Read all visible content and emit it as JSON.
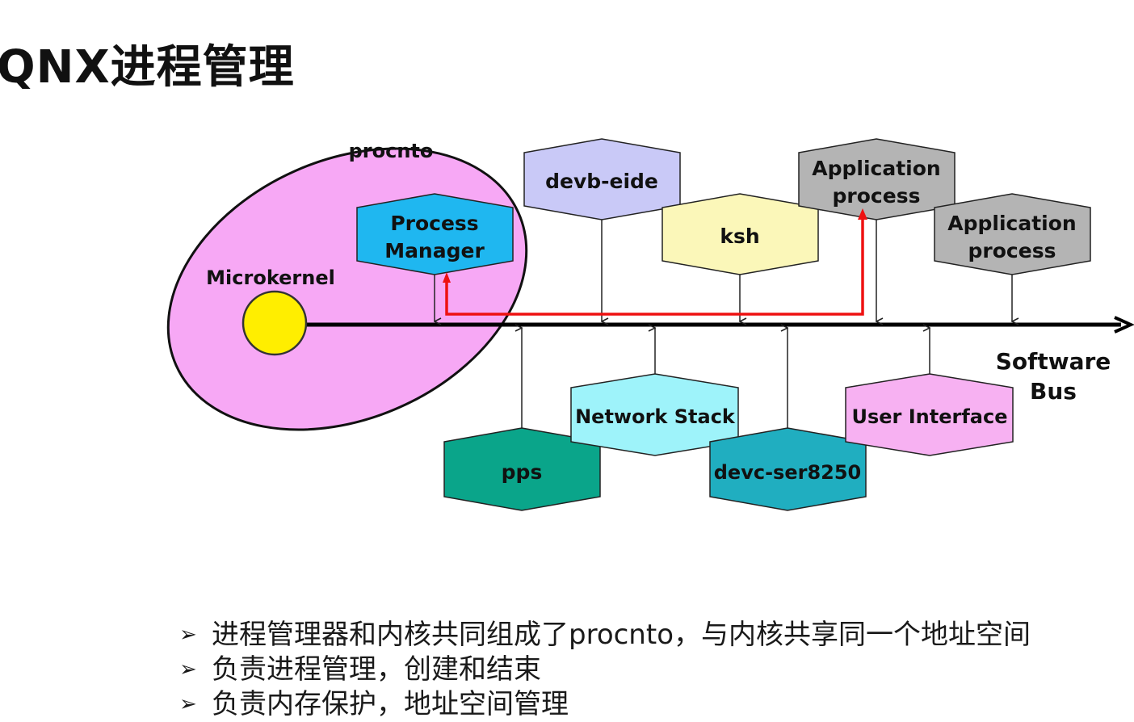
{
  "title": "QNX进程管理",
  "diagram": {
    "container_label": "procnto",
    "microkernel_label": "Microkernel",
    "bus_label_line1": "Software",
    "bus_label_line2": "Bus",
    "nodes": {
      "process_manager": {
        "line1": "Process",
        "line2": "Manager",
        "color": "#1fb7f0"
      },
      "devb_eide": {
        "line1": "devb-eide",
        "color": "#c9c9f7"
      },
      "ksh": {
        "line1": "ksh",
        "color": "#fbf7b9"
      },
      "application_1": {
        "line1": "Application",
        "line2": "process",
        "color": "#b4b4b4"
      },
      "application_2": {
        "line1": "Application",
        "line2": "process",
        "color": "#b4b4b4"
      },
      "pps": {
        "line1": "pps",
        "color": "#0aa58a"
      },
      "network_stack": {
        "line1": "Network Stack",
        "color": "#9ef3fa"
      },
      "devc_ser8250": {
        "line1": "devc-ser8250",
        "color": "#20aec0"
      },
      "user_interface": {
        "line1": "User Interface",
        "color": "#f7b1f2"
      }
    },
    "colors": {
      "procnto_fill": "#f7a8f5",
      "microkernel_fill": "#ffee00",
      "message_path": "#ee1111",
      "bus": "#000000"
    }
  },
  "bullets": [
    {
      "marker": "➢",
      "text": "进程管理器和内核共同组成了procnto，与内核共享同一个地址空间"
    },
    {
      "marker": "➢",
      "text": "负责进程管理，创建和结束"
    },
    {
      "marker": "➢",
      "text": "负责内存保护，地址空间管理"
    }
  ]
}
